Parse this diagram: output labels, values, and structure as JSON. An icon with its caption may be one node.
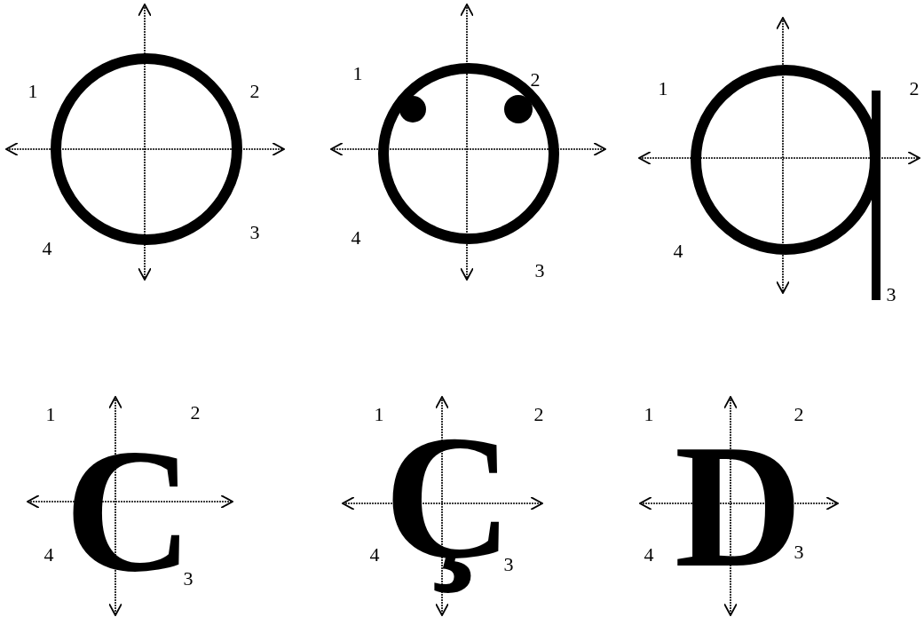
{
  "diagram": {
    "labels": [
      "1",
      "2",
      "4",
      "3",
      "1",
      "2",
      "4",
      "3",
      "1",
      "2",
      "4",
      "3",
      "1",
      "2",
      "C",
      "4",
      "3",
      "1",
      "2",
      "Ç",
      "4",
      "3",
      "1",
      "2",
      "D",
      "4",
      "3"
    ]
  }
}
